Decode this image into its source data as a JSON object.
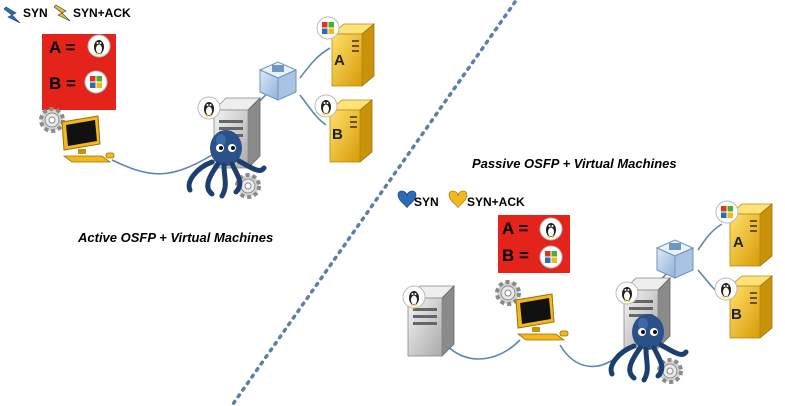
{
  "legend_active": {
    "syn": "SYN",
    "synack": "SYN+ACK"
  },
  "legend_passive": {
    "syn": "SYN",
    "synack": "SYN+ACK"
  },
  "captions": {
    "active": "Active OSFP + Virtual Machines",
    "passive": "Passive OSFP + Virtual Machines"
  },
  "table_active": {
    "row_a": "A =",
    "row_b": "B ="
  },
  "table_passive": {
    "row_a": "A =",
    "row_b": "B ="
  },
  "vm_labels": {
    "a": "A",
    "b": "B"
  },
  "colors": {
    "divider": "#5b7fa8",
    "table_bg": "#e4231b",
    "vm_gold": "#f2b81c",
    "link": "#5d86b8",
    "octopus": "#1d3f6e",
    "syn_active": "#2e6bb5",
    "synack_active": "#f2b81c",
    "syn_passive": "#2e6bb5",
    "synack_passive": "#f2b81c"
  }
}
